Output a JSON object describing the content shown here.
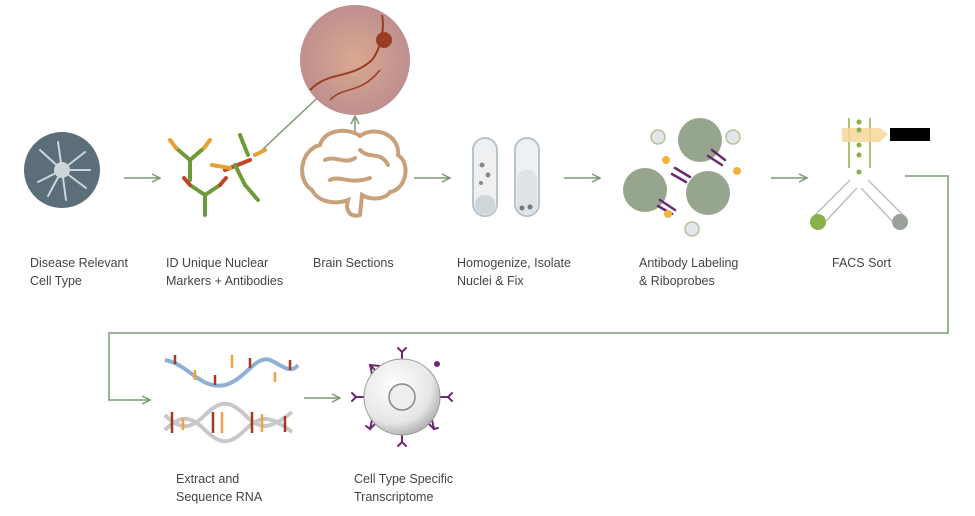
{
  "steps": [
    {
      "line1": "Disease Relevant",
      "line2": "Cell Type"
    },
    {
      "line1": "ID Unique Nuclear",
      "line2": "Markers + Antibodies"
    },
    {
      "line1": "Brain Sections",
      "line2": ""
    },
    {
      "line1": "Homogenize, Isolate",
      "line2": "Nuclei & Fix"
    },
    {
      "line1": "Antibody Labeling",
      "line2": "& Riboprobes"
    },
    {
      "line1": "FACS Sort",
      "line2": ""
    },
    {
      "line1": "Extract and",
      "line2": "Sequence RNA"
    },
    {
      "line1": "Cell Type Specific",
      "line2": "Transcriptome"
    }
  ],
  "colors": {
    "arrow": "#7d9a72",
    "cell": "#5b6e7a",
    "nucleus": "#96a68e",
    "antibody": "#6b2a6e",
    "sun": "#f2b33d"
  }
}
